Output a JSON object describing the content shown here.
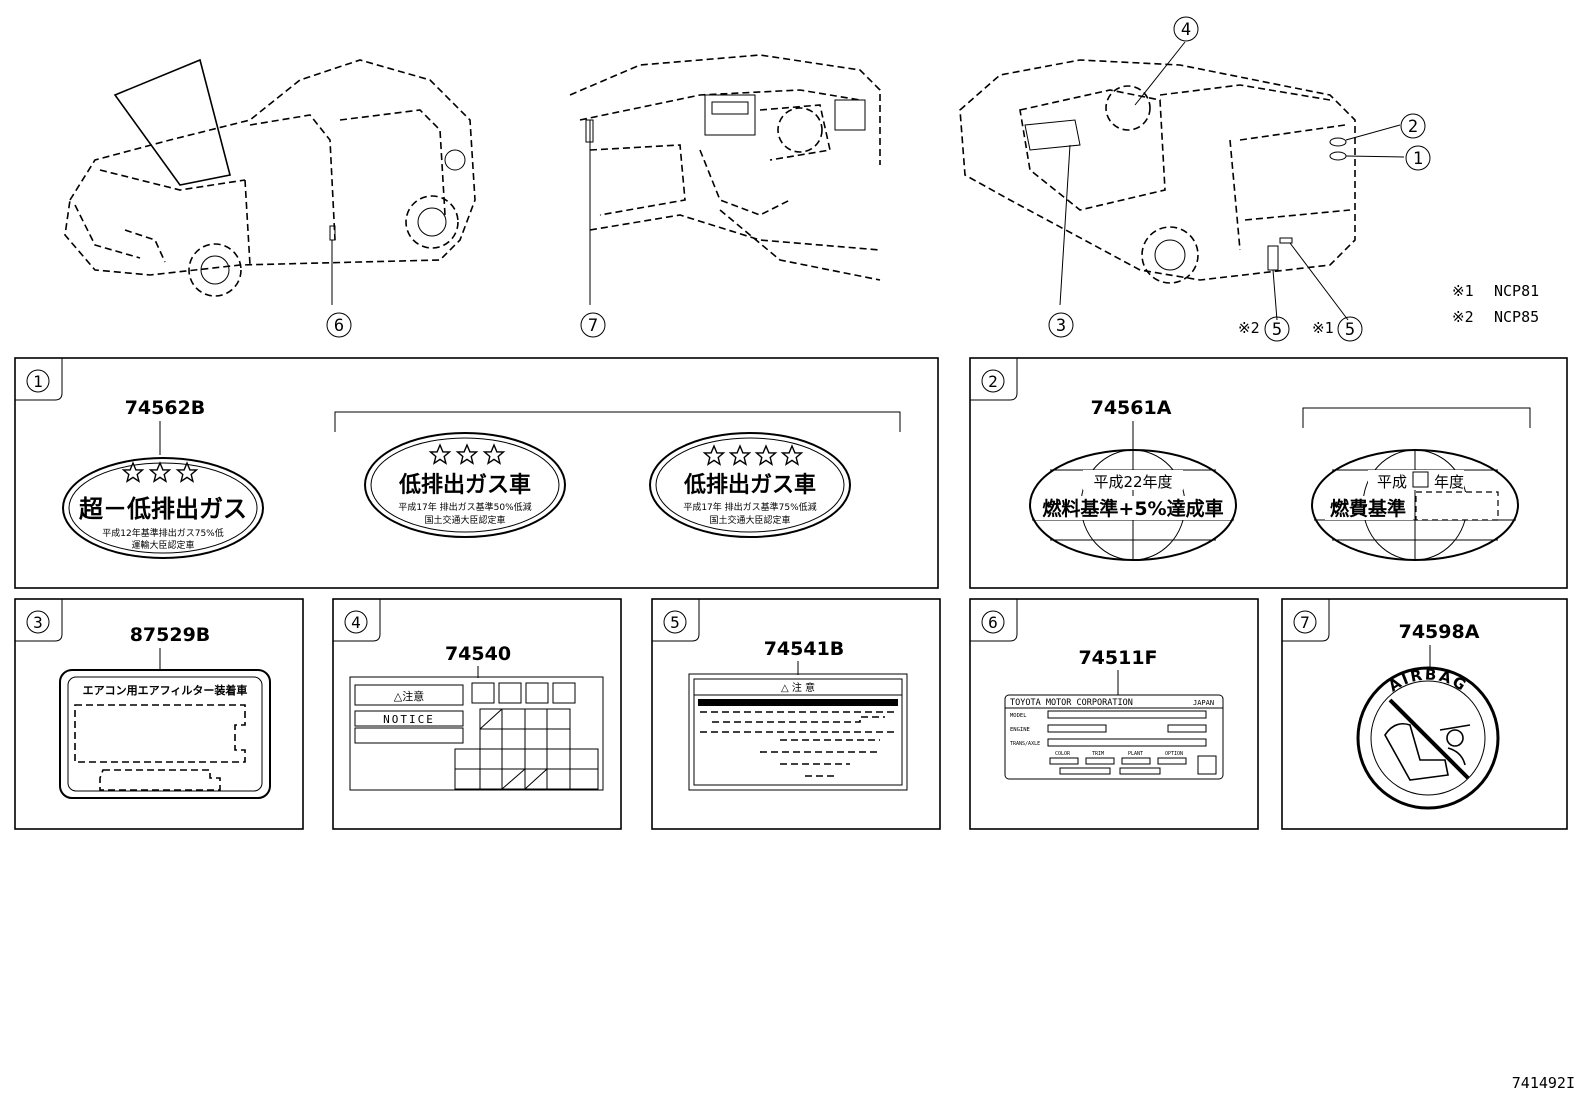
{
  "callouts": {
    "c1": "1",
    "c2": "2",
    "c3": "3",
    "c4": "4",
    "c5": "5",
    "c6": "6",
    "c7": "7"
  },
  "notes": {
    "n1_mark": "※1",
    "n1_code": "NCP81",
    "n2_mark": "※2",
    "n2_code": "NCP85",
    "m2": "※2",
    "m1": "※1"
  },
  "panels": {
    "p1": {
      "part": "74562B",
      "label_a_line1": "超－低排出ガス",
      "label_a_line2": "平成12年基準排出ガス75%低",
      "label_a_line3": "運輸大臣認定車",
      "label_b_title": "低排出ガス車",
      "label_b_line1": "平成17年 排出ガス基準50%低減",
      "label_b_line2": "国土交通大臣認定車",
      "label_c_title": "低排出ガス車",
      "label_c_line1": "平成17年 排出ガス基準75%低減",
      "label_c_line2": "国土交通大臣認定車"
    },
    "p2": {
      "part": "74561A",
      "label_a_line1": "平成22年度",
      "label_a_line2": "燃料基準+5%達成車",
      "label_b_line1a": "平成",
      "label_b_line1b": "年度",
      "label_b_line2": "燃費基準"
    },
    "p3": {
      "part": "87529B",
      "label_title": "エアコン用エアフィルター装着車"
    },
    "p4": {
      "part": "74540",
      "caution": "△注意",
      "notice": "NOTICE"
    },
    "p5": {
      "part": "74541B",
      "caution": "△ 注 意"
    },
    "p6": {
      "part": "74511F",
      "maker": "TOYOTA MOTOR CORPORATION",
      "country": "JAPAN",
      "r1": "MODEL",
      "r2": "ENGINE",
      "r3": "TRANS/AXLE",
      "s1": "COLOR",
      "s2": "TRIM",
      "s3": "PLANT",
      "s4": "OPTION"
    },
    "p7": {
      "part": "74598A",
      "ring_text": "AIRBAG"
    }
  },
  "figure_id": "741492I"
}
